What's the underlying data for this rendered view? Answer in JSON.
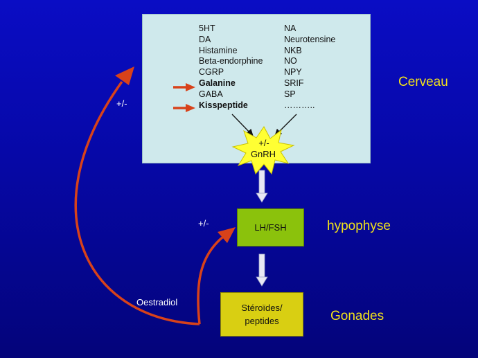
{
  "brain": {
    "label": "Cerveau",
    "left_items": [
      {
        "text": "5HT",
        "bold": false
      },
      {
        "text": "DA",
        "bold": false
      },
      {
        "text": "Histamine",
        "bold": false
      },
      {
        "text": "Beta-endorphine",
        "bold": false
      },
      {
        "text": "CGRP",
        "bold": false
      },
      {
        "text": "Galanine",
        "bold": true
      },
      {
        "text": "GABA",
        "bold": false
      },
      {
        "text": "Kisspeptide",
        "bold": true
      }
    ],
    "right_items": [
      "NA",
      "Neurotensine",
      "NKB",
      "NO",
      "NPY",
      "SRIF",
      "SP",
      "……….."
    ],
    "burst": {
      "top": "+/-",
      "bottom": "GnRH"
    }
  },
  "pituitary": {
    "box_label": "LH/FSH",
    "region_label": "hypophyse",
    "feedback_sign": "+/-"
  },
  "gonads": {
    "box_line1": "Stéroïdes/",
    "box_line2": "peptides",
    "region_label": "Gonades"
  },
  "feedback": {
    "outer_sign": "+/-",
    "hormone_label": "Oestradiol"
  },
  "colors": {
    "background": "#0608a6",
    "brain_box": "#cfe9ec",
    "pituitary_box": "#8bc20c",
    "gonads_box": "#d9cf12",
    "feedback_arrow": "#d8421a",
    "labels": "#f2e21a",
    "burst": "#ffff33"
  }
}
